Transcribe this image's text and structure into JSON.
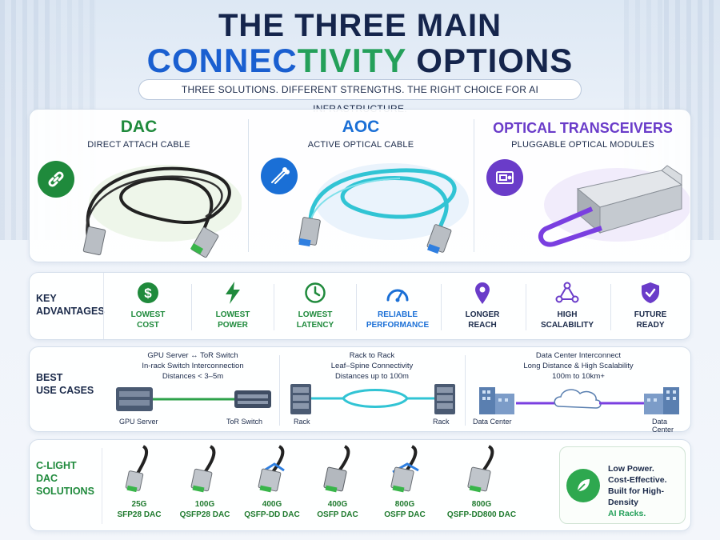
{
  "header": {
    "title_line1": "THE THREE MAIN",
    "title_line2_a": "CONNEC",
    "title_line2_b": "TIVITY",
    "title_line2_c": " OPTIONS",
    "subtitle": "THREE SOLUTIONS. DIFFERENT STRENGTHS. THE RIGHT CHOICE FOR AI INFRASTRUCTURE."
  },
  "options": [
    {
      "title": "DAC",
      "subtitle": "DIRECT ATTACH CABLE",
      "color": "#1f8a3c",
      "icon": "link-icon"
    },
    {
      "title": "AOC",
      "subtitle": "ACTIVE OPTICAL CABLE",
      "color": "#1a6fd6",
      "icon": "fiber-icon"
    },
    {
      "title": "OPTICAL TRANSCEIVERS",
      "subtitle": "PLUGGABLE OPTICAL MODULES",
      "color": "#6a3cc9",
      "icon": "module-icon"
    }
  ],
  "advantages": {
    "label_1": "KEY",
    "label_2": "ADVANTAGES",
    "items": [
      {
        "l1": "LOWEST",
        "l2": "COST",
        "color": "#1f8a3c",
        "icon": "dollar-icon"
      },
      {
        "l1": "LOWEST",
        "l2": "POWER",
        "color": "#1f8a3c",
        "icon": "lightning-icon"
      },
      {
        "l1": "LOWEST",
        "l2": "LATENCY",
        "color": "#1f8a3c",
        "icon": "clock-icon"
      },
      {
        "l1": "RELIABLE",
        "l2": "PERFORMANCE",
        "color": "#1a6fd6",
        "icon": "gauge-icon"
      },
      {
        "l1": "LONGER",
        "l2": "REACH",
        "color": "#6a3cc9",
        "icon": "location-pin-icon"
      },
      {
        "l1": "HIGH",
        "l2": "SCALABILITY",
        "color": "#6a3cc9",
        "icon": "network-icon"
      },
      {
        "l1": "FUTURE",
        "l2": "READY",
        "color": "#6a3cc9",
        "icon": "shield-check-icon"
      }
    ]
  },
  "use_cases": {
    "label_1": "BEST",
    "label_2": "USE CASES",
    "dac": {
      "l1": "GPU Server ↔ ToR Switch",
      "l2": "In-rack Switch Interconnection",
      "l3": "Distances < 3–5m",
      "left_cap": "GPU Server",
      "right_cap": "ToR Switch"
    },
    "aoc": {
      "l1": "Rack to Rack",
      "l2": "Leaf–Spine Connectivity",
      "l3": "Distances up to 100m",
      "left_cap": "Rack",
      "right_cap": "Rack"
    },
    "opt": {
      "l1": "Data Center Interconnect",
      "l2": "Long Distance & High Scalability",
      "l3": "100m to 10km+",
      "left_cap": "Data Center",
      "right_cap": "Data Center"
    }
  },
  "products": {
    "label_1": "C-LIGHT",
    "label_2": "DAC",
    "label_3": "SOLUTIONS",
    "items": [
      {
        "l1": "25G",
        "l2": "SFP28 DAC"
      },
      {
        "l1": "100G",
        "l2": "QSFP28 DAC"
      },
      {
        "l1": "400G",
        "l2": "QSFP-DD DAC"
      },
      {
        "l1": "400G",
        "l2": "OSFP DAC"
      },
      {
        "l1": "800G",
        "l2": "OSFP DAC"
      },
      {
        "l1": "800G",
        "l2": "QSFP-DD800 DAC"
      }
    ],
    "promo": {
      "l1": "Low Power.",
      "l2": "Cost-Effective.",
      "l3": "Built for High-Density",
      "l4": "AI Racks."
    }
  }
}
